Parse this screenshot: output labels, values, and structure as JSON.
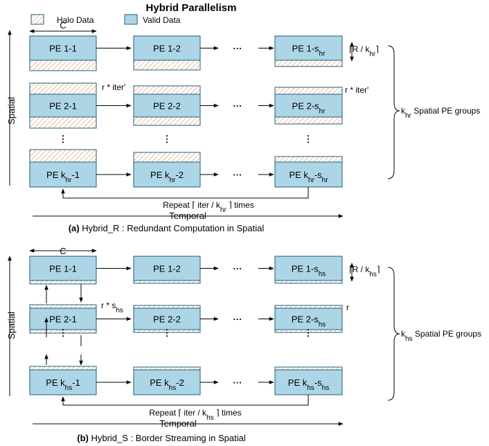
{
  "title": "Hybrid Parallelism",
  "legend": {
    "halo": "Halo Data",
    "valid": "Valid Data"
  },
  "colors": {
    "valid": "#acd5e6",
    "valid_border": "#1f5d80",
    "halo_stripe": "#d9a36e"
  },
  "axis": {
    "spatial": "Spatial",
    "temporal": "Temporal",
    "width_label": "C"
  },
  "ellipsis_h": "···",
  "ellipsis_v": "⋮",
  "hybrid_r": {
    "rows": [
      {
        "cells": [
          {
            "main": "PE 1-1",
            "sub": "",
            "tail": ""
          },
          {
            "main": "PE 1-2",
            "sub": "",
            "tail": ""
          },
          {
            "main": "PE 1-s",
            "sub": "hr",
            "tail": ""
          }
        ]
      },
      {
        "cells": [
          {
            "main": "PE 2-1",
            "sub": "",
            "tail": ""
          },
          {
            "main": "PE 2-2",
            "sub": "",
            "tail": ""
          },
          {
            "main": "PE 2-s",
            "sub": "hr",
            "tail": ""
          }
        ]
      },
      {
        "cells": [
          {
            "main": "PE k",
            "sub": "hr",
            "tail": "-1"
          },
          {
            "main": "PE k",
            "sub": "hr",
            "tail": "-2"
          },
          {
            "main": "PE k",
            "sub": "hr",
            "tail": "-s",
            "sub2": "hr"
          }
        ]
      }
    ],
    "height_label": {
      "pre": "⌈R / k",
      "sub": "hr",
      "post": "⌉"
    },
    "halo_label": "r * iter'",
    "group_label": {
      "pre": "k",
      "sub": "hr",
      "post": " Spatial PE groups"
    },
    "repeat_label": {
      "pre": "Repeat ⌈ iter / k",
      "sub": "hr",
      "post": " ⌉ times"
    },
    "caption": {
      "prefix": "(a)",
      "text": " Hybrid_R : Redundant Computation in Spatial"
    }
  },
  "hybrid_s": {
    "rows": [
      {
        "cells": [
          {
            "main": "PE 1-1",
            "sub": "",
            "tail": ""
          },
          {
            "main": "PE 1-2",
            "sub": "",
            "tail": ""
          },
          {
            "main": "PE 1-s",
            "sub": "hs",
            "tail": ""
          }
        ]
      },
      {
        "cells": [
          {
            "main": "PE 2-1",
            "sub": "",
            "tail": ""
          },
          {
            "main": "PE 2-2",
            "sub": "",
            "tail": ""
          },
          {
            "main": "PE 2-s",
            "sub": "hs",
            "tail": ""
          }
        ]
      },
      {
        "cells": [
          {
            "main": "PE k",
            "sub": "hs",
            "tail": "-1"
          },
          {
            "main": "PE k",
            "sub": "hs",
            "tail": "-2"
          },
          {
            "main": "PE k",
            "sub": "hs",
            "tail": "-s",
            "sub2": "hs"
          }
        ]
      }
    ],
    "height_label": {
      "pre": "⌈R / k",
      "sub": "hs",
      "post": "⌉"
    },
    "halo_label": {
      "pre": "r * s",
      "sub": "hs"
    },
    "halo_label_right": "r",
    "group_label": {
      "pre": "k",
      "sub": "hs",
      "post": " Spatial PE groups"
    },
    "repeat_label": {
      "pre": "Repeat ⌈ iter / k",
      "sub": "hs",
      "post": " ⌉ times"
    },
    "caption": {
      "prefix": "(b)",
      "text": " Hybrid_S : Border Streaming in Spatial"
    }
  }
}
